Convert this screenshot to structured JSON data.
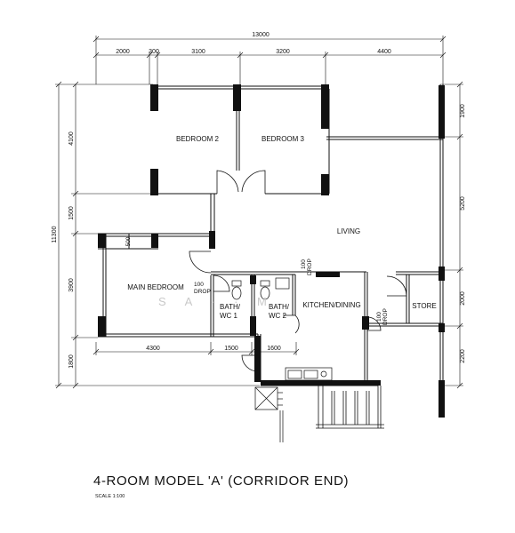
{
  "dimensions": {
    "overall_width": "13000",
    "top": [
      "2000",
      "300",
      "3100",
      "3200",
      "4400"
    ],
    "bottom": [
      "4300",
      "1500",
      "1600"
    ],
    "overall_height": "11300",
    "left": [
      "4100",
      "1500",
      "3900",
      "1800"
    ],
    "right": [
      "1900",
      "5200",
      "2000",
      "2200"
    ],
    "window": "500"
  },
  "rooms": {
    "bedroom2": "BEDROOM 2",
    "bedroom3": "BEDROOM 3",
    "living": "LIVING",
    "main_bedroom": "MAIN BEDROOM",
    "bath1_line1": "BATH/",
    "bath1_line2": "WC 1",
    "bath2_line1": "BATH/",
    "bath2_line2": "WC 2",
    "kitchen": "KITCHEN/DINING",
    "store": "STORE"
  },
  "annotations": {
    "drop_a_num": "100",
    "drop_a_txt": "DROP",
    "drop_b_num": "100",
    "drop_b_txt": "DROP",
    "drop_c_num": "100",
    "drop_c_txt": "DROP"
  },
  "title": "4-ROOM MODEL 'A' (CORRIDOR END)",
  "scale": "SCALE   1:100",
  "watermark": "S A · · M"
}
